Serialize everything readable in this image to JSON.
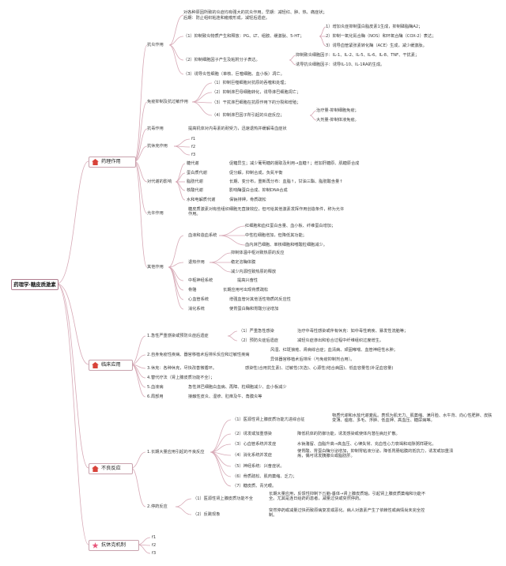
{
  "root": "药理学·糖皮质激素",
  "branches": {
    "pharm": {
      "label": "药理作用",
      "anti_inflam": {
        "label": "抗炎作用",
        "desc1": "对各种原因所致的炎症均有强大的抗炎作用。早期：减轻红、肿、热、痛症状；",
        "desc2": "后期：防止组织粘连和瘢痕形成，减轻后遗症。",
        "sub1": "（1）抑制致炎物质产生和释放：PG、LT、组胺、缓激肽、5-HT；",
        "sub1_items": [
          "1）增加炎症抑制蛋白脂皮素1生成，抑制磷脂酶A2；",
          "2）抑制一氧化氮合酶（NOS）和环氧合酶（COX-2）表达；",
          "3）诱导血管紧张素转化酶（ACE）生成，减少缓激肽。"
        ],
        "sub2": "（2）抑制细胞因子产生及粘附分子表达。",
        "sub2_items": [
          "抑制致炎细胞因子：IL-1、IL-2、IL-5、IL-6、IL-8、TNF、干扰素；",
          "诱导抗炎细胞因子：诱导IL-10、IL-1RA的生成。"
        ],
        "sub3": "（3）诱导炎性细胞（单核、巨噬细胞、血小板）凋亡。"
      },
      "immuno": {
        "label": "免疫抑制及抗过敏作用",
        "items": [
          "（1）抑制巨噬细胞对抗原的吞噬和处理；",
          "（2）抑制淋巴母细胞转化，诱导淋巴细胞凋亡；",
          "（3）干扰淋巴细胞在抗原作用下的分裂和增殖；",
          "（4）抑制淋巴因子所引起的炎症反应；"
        ],
        "sub4_items": [
          "治疗量-抑制细胞免疫；",
          "大剂量-抑制体液免疫。"
        ]
      },
      "anti_toxin": {
        "label": "抗毒作用",
        "desc": "提高机体对内毒素的耐受力，迅速退热并缓解毒血症状"
      },
      "anti_shock": {
        "label": "抗休克作用",
        "items": [
          "f1",
          "f2",
          "f3"
        ]
      },
      "metabolism": {
        "label": "对代谢的影响",
        "rows": [
          {
            "k": "糖代谢",
            "v": "促糖异生；减少葡萄糖的摄取及利用→血糖↑；增加肝糖原、肌糖原合成"
          },
          {
            "k": "蛋白质代谢",
            "v": "促分解，抑制合成，负氮平衡"
          },
          {
            "k": "脂肪代谢",
            "v": "长期、变分布，重新再分布：血脂↑，甘油三酯、脂肪酸含量↑"
          },
          {
            "k": "核酸代谢",
            "v": "影响酶蛋白合成、抑制DNA合成"
          },
          {
            "k": "水和电解质代谢",
            "v": "保钠排钾，骨质疏松"
          }
        ]
      },
      "permissive": {
        "label": "允许作用",
        "desc": "糖皮质激素对有些组织细胞无直接效应，但可给其他激素发挥作用创造条件，称为允许作用。"
      },
      "other": {
        "label": "其他作用",
        "blood": {
          "label": "血液和造血系统",
          "items": [
            "红细胞和血红蛋白含量、血小板、纤维蛋白增加；",
            "中性粒细胞增加，但降低其功能；",
            "血内淋巴细胞、单核细胞和嗜酸粒细胞减少。"
          ]
        },
        "fever": {
          "label": "退热作用",
          "items": [
            "抑制体温中枢对致热原的反应",
            "稳定溶酶体膜",
            "减少内源性致热原的释放"
          ]
        },
        "cns": {
          "label": "中枢神经系统",
          "desc": "提高兴奋性"
        },
        "bone": {
          "label": "骨骼",
          "desc": "长期应用可出现骨质疏松"
        },
        "cardio": {
          "label": "心血管系统",
          "desc": "增强血管对其他活性物质的反应性"
        },
        "digest": {
          "label": "消化系统",
          "desc": "使胃蛋白酶和胃酸分泌增加"
        }
      }
    },
    "clinical": {
      "label": "临床应用",
      "items": [
        {
          "label": "1.急性严重感染或预防炎症后遗症",
          "subs": [
            {
              "k": "（1）严重急性感染",
              "v": "治疗中毒性感染或伴有休克：如中毒性痢疾、暴发性流脑等；"
            },
            {
              "k": "（2）预防炎症后遗症",
              "v": "减轻炎症渗出和愈合过程中纤维组织过度增生。"
            }
          ]
        },
        {
          "label": "2.自身免疫性疾病、器官移植术后排斥反应和过敏性疾病",
          "subs": [
            {
              "k": "",
              "v": "风湿、红斑狼疮、肾病综合症；血清病、顽固哮喘、血管神经性水肿；"
            },
            {
              "k": "",
              "v": "异体器官移植术后排斥（与免疫抑制剂合用）。"
            }
          ]
        },
        {
          "label": "3.休克：各种休克，尽快改善微循环。",
          "subs": [
            {
              "k": "",
              "v": "感染性(合用抗生素)、过敏性(次选)、心源性(结合病因)、低血容量性(补足血容量)"
            }
          ]
        },
        {
          "label": "4.替代疗法（肾上腺皮质功能不全）；",
          "subs": []
        },
        {
          "label": "5.血液病",
          "subs": [
            {
              "k": "",
              "v": "急性淋巴细胞白血病、再障、粒细胞减少、血小板减少"
            }
          ]
        },
        {
          "label": "6.局部用",
          "subs": [
            {
              "k": "",
              "v": "接触性皮炎、湿疹、肛痒及牛、角膜炎等"
            }
          ]
        }
      ]
    },
    "adverse": {
      "label": "不良反应",
      "long": {
        "label": "1.长期大量应用引起的不良反应",
        "items": [
          {
            "k": "（1）医源性肾上腺皮质功能亢进综合征",
            "v": "物质代谢和水盐代谢紊乱。表现为肌无力、肌萎缩、满月脸、水牛背、向心性肥胖、皮肤变薄、痤疮、多毛、浮肿、低血钾、高血压、糖尿病等。"
          },
          {
            "k": "（2）诱发或加重感染",
            "v": "降低机体的防御功能，诱发感染或使体内潜在病灶扩散。"
          },
          {
            "k": "（3）心血管系统并发症",
            "v": "水钠潴留、血脂升高→高血压、心律失常、充血性心力衰竭和动脉粥样硬化。"
          },
          {
            "k": "（4）消化系统并发症",
            "v": "使胃酸、胃蛋白酶分泌增加，抑制胃粘液分泌，降低胃肠粘膜的抵抗力，诱发或加重溃疡，偶可诱发胰腺炎或脂肪肝。"
          },
          {
            "k": "（5）神经系统：兴奋症状。",
            "v": ""
          },
          {
            "k": "（6）骨质疏松、肌肉萎缩、乏力；",
            "v": ""
          },
          {
            "k": "（7）糖皮质、青光眼。",
            "v": ""
          }
        ]
      },
      "stop": {
        "label": "2.停药反应",
        "items": [
          {
            "k": "（1）医源性肾上腺皮质功能不全",
            "v": "长期大量应用，反馈性抑制下丘脑-垂体→肾上腺皮质轴，引起肾上腺皮质萎缩和功能不全。尤其是连日给药的患者，减量过快或突然停药。"
          },
          {
            "k": "（2）反跳现象",
            "v": "突然停药或减量过快而致原病复发或恶化。病人对激素产生了依赖性或病情尚未完全控制。"
          }
        ]
      }
    },
    "mechanism": {
      "label": "抗休克机制",
      "items": [
        "f1",
        "f2",
        "f3"
      ]
    }
  },
  "colors": {
    "line": "#d7a9b6",
    "topic_border": "#c9a3ae",
    "icon": "#d8433a"
  }
}
